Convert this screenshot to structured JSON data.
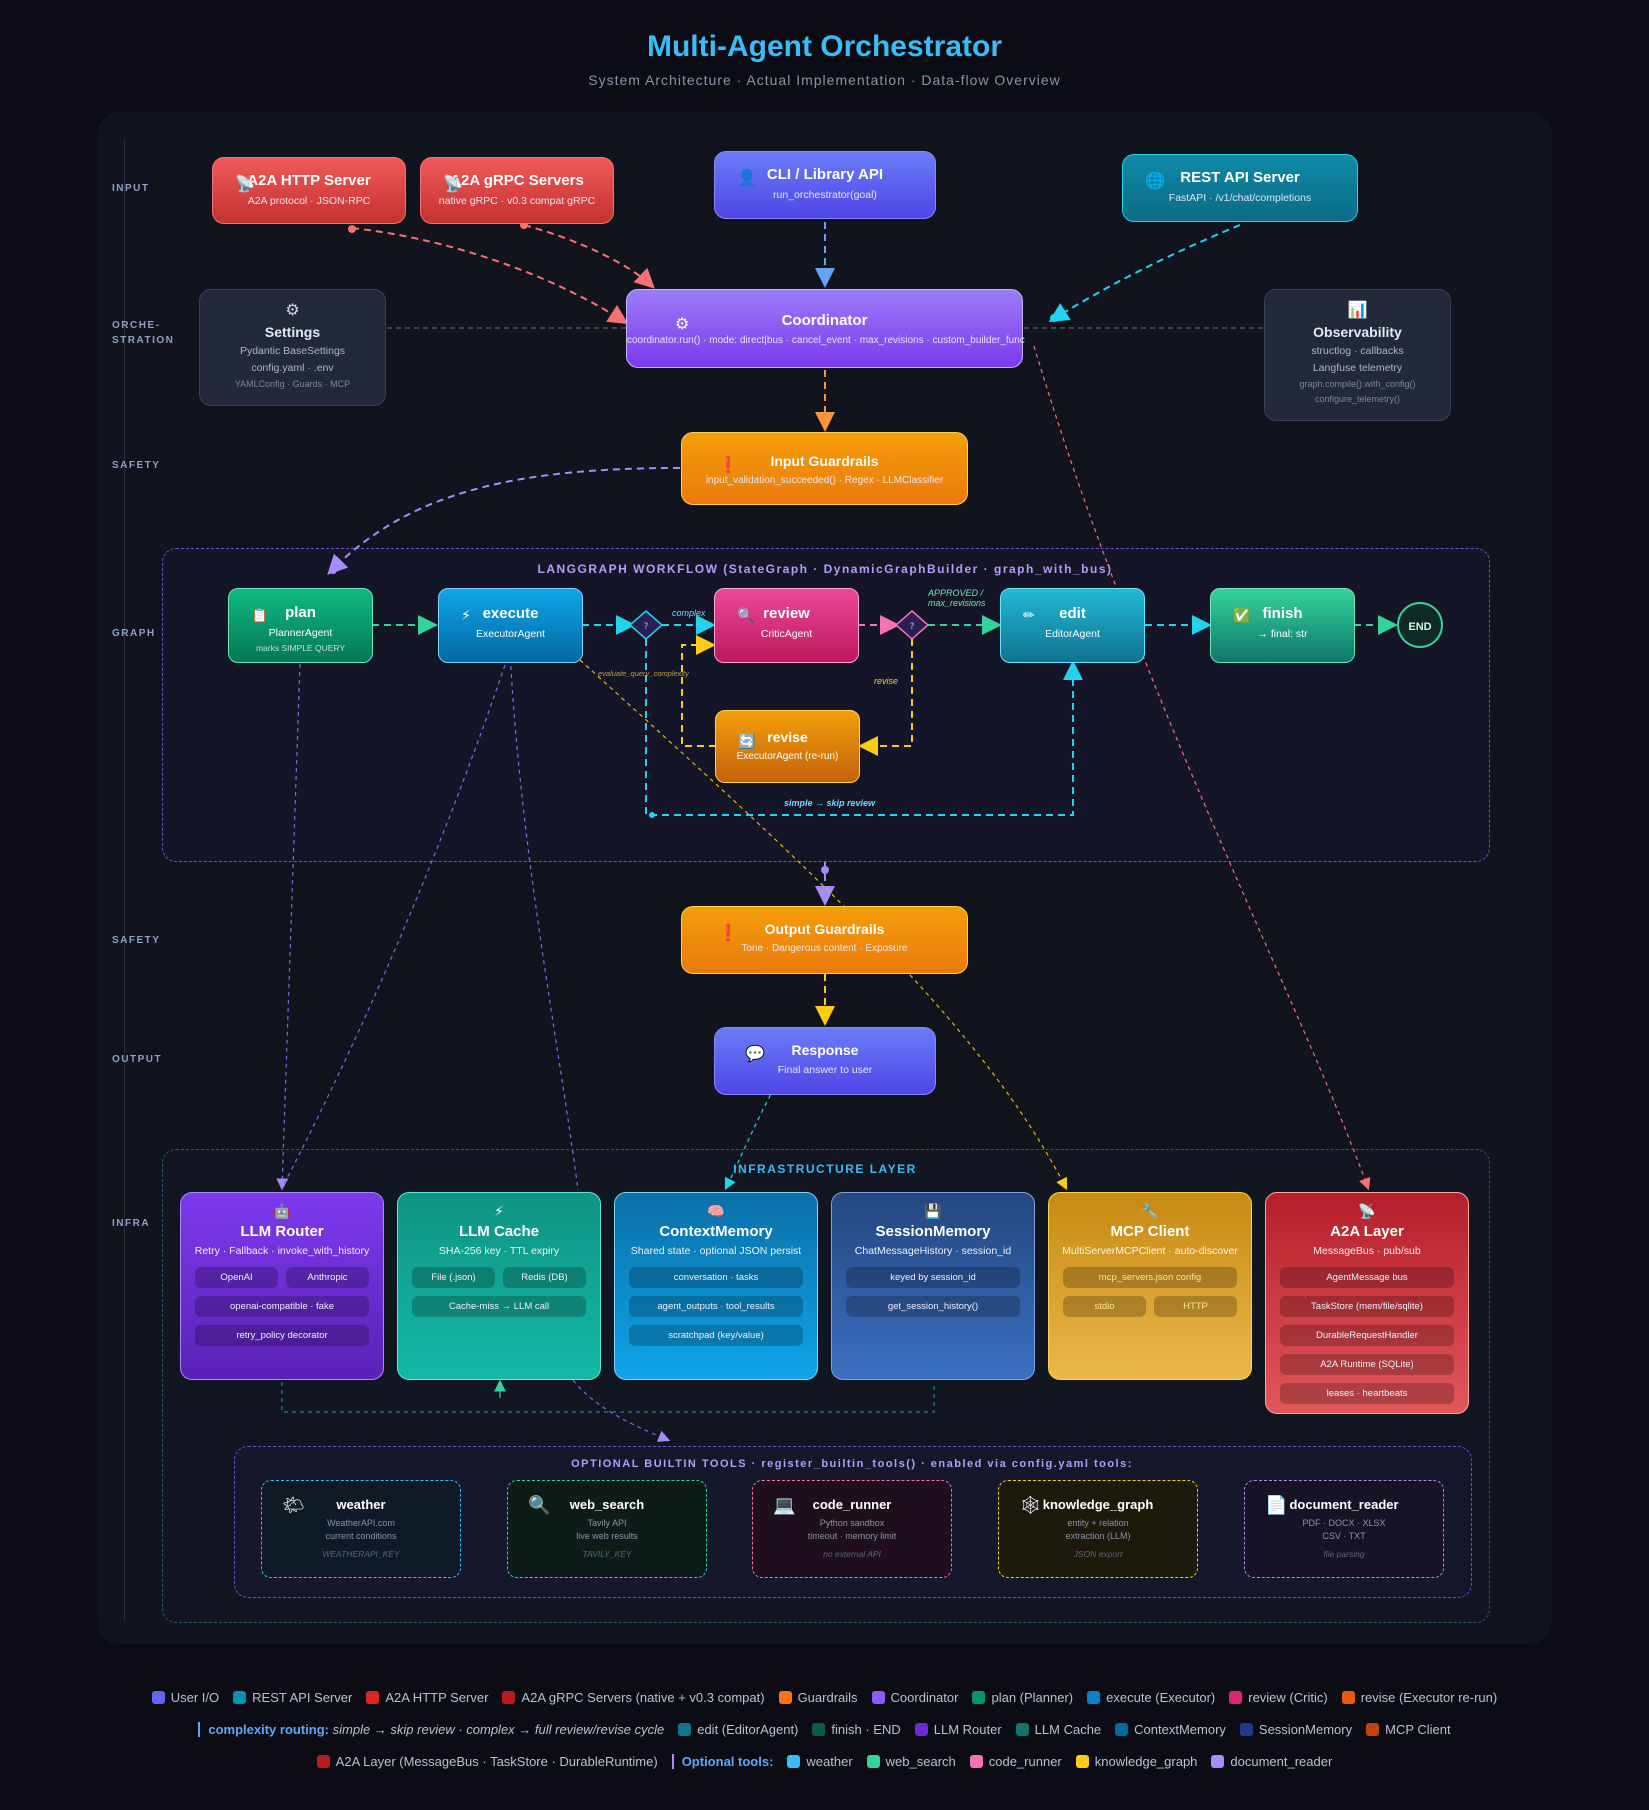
{
  "title": "Multi-Agent Orchestrator",
  "subtitle": "System Architecture · Actual Implementation · Data-flow Overview",
  "lanes": {
    "input": "INPUT",
    "orch_1": "ORCHE-",
    "orch_2": "STRATION",
    "safety_in": "SAFETY",
    "graph": "GRAPH",
    "safety_out": "SAFETY",
    "output": "OUTPUT",
    "infra": "INFRA"
  },
  "inputs": {
    "a2a_http": {
      "title": "A2A HTTP Server",
      "sub": "A2A protocol · JSON-RPC",
      "icon": "satellite-icon"
    },
    "a2a_grpc": {
      "title": "A2A gRPC Servers",
      "sub": "native gRPC · v0.3 compat gRPC",
      "icon": "satellite-icon"
    },
    "cli": {
      "title": "CLI / Library API",
      "sub": "run_orchestrator(goal)",
      "icon": "user-icon"
    },
    "rest": {
      "title": "REST API Server",
      "sub": "FastAPI · /v1/chat/completions",
      "icon": "globe-icon"
    }
  },
  "settings": {
    "title": "Settings",
    "l1": "Pydantic BaseSettings",
    "l2": "config.yaml · .env",
    "l3": "YAMLConfig · Guards · MCP",
    "icon": "gear-icon"
  },
  "coordinator": {
    "title": "Coordinator",
    "sub": "coordinator.run() · mode: direct|bus · cancel_event · max_revisions · custom_builder_func",
    "icon": "gear-icon"
  },
  "observability": {
    "title": "Observability",
    "l1": "structlog · callbacks",
    "l2": "Langfuse telemetry",
    "l3": "graph.compile().with_config()",
    "l4": "configure_telemetry()",
    "icon": "bar-chart-icon"
  },
  "input_guardrails": {
    "title": "Input Guardrails",
    "sub": "input_validation_succeeded() · Regex · LLMClassifier",
    "icon": "alert-icon"
  },
  "workflow": {
    "label": "LANGGRAPH WORKFLOW (StateGraph · DynamicGraphBuilder · graph_with_bus)",
    "plan": {
      "title": "plan",
      "sub": "PlannerAgent",
      "note": "marks SIMPLE QUERY",
      "icon": "clipboard-icon"
    },
    "execute": {
      "title": "execute",
      "sub": "ExecutorAgent",
      "icon": "lightning-icon"
    },
    "review": {
      "title": "review",
      "sub": "CriticAgent",
      "icon": "magnifier-icon"
    },
    "edit": {
      "title": "edit",
      "sub": "EditorAgent",
      "icon": "pencil-icon"
    },
    "finish": {
      "title": "finish",
      "sub": "→ final: str",
      "icon": "check-icon"
    },
    "revise": {
      "title": "revise",
      "sub": "ExecutorAgent (re-run)",
      "icon": "refresh-icon"
    },
    "end": "END",
    "edge_complex": "complex",
    "edge_approved_1": "APPROVED /",
    "edge_approved_2": "max_revisions",
    "edge_revise": "revise",
    "edge_simple": "simple → skip review",
    "edge_evaluate": "evaluate_query_complexity"
  },
  "output_guardrails": {
    "title": "Output Guardrails",
    "sub": "Tone · Dangerous content · Exposure",
    "icon": "alert-icon"
  },
  "response": {
    "title": "Response",
    "sub": "Final answer to user",
    "icon": "speech-bubble-icon"
  },
  "infrastructure": {
    "label": "INFRASTRUCTURE LAYER",
    "llm_router": {
      "title": "LLM Router",
      "sub": "Retry · Fallback · invoke_with_history",
      "icon": "robot-icon",
      "chips": [
        [
          "OpenAI",
          "Anthropic"
        ],
        [
          "openai-compatible · fake"
        ],
        [
          "retry_policy decorator"
        ]
      ]
    },
    "llm_cache": {
      "title": "LLM Cache",
      "sub": "SHA-256 key · TTL expiry",
      "icon": "lightning-icon",
      "chips": [
        [
          "File (.json)",
          "Redis (DB)"
        ],
        [
          "Cache-miss → LLM call"
        ]
      ]
    },
    "context_memory": {
      "title": "ContextMemory",
      "sub": "Shared state · optional JSON persist",
      "icon": "brain-icon",
      "chips": [
        [
          "conversation · tasks"
        ],
        [
          "agent_outputs · tool_results"
        ],
        [
          "scratchpad (key/value)"
        ]
      ]
    },
    "session_memory": {
      "title": "SessionMemory",
      "sub": "ChatMessageHistory · session_id",
      "icon": "floppy-icon",
      "chips": [
        [
          "keyed by session_id"
        ],
        [
          "get_session_history()"
        ]
      ]
    },
    "mcp_client": {
      "title": "MCP Client",
      "sub": "MultiServerMCPClient · auto-discover",
      "icon": "wrench-icon",
      "chips": [
        [
          "mcp_servers.json config"
        ],
        [
          "stdio",
          "HTTP"
        ]
      ]
    },
    "a2a_layer": {
      "title": "A2A Layer",
      "sub": "MessageBus · pub/sub",
      "icon": "satellite-icon",
      "chips": [
        [
          "AgentMessage bus"
        ],
        [
          "TaskStore (mem/file/sqlite)"
        ],
        [
          "DurableRequestHandler"
        ],
        [
          "A2A Runtime (SQLite)"
        ],
        [
          "leases · heartbeats"
        ]
      ]
    }
  },
  "tools": {
    "label": "OPTIONAL BUILTIN TOOLS · register_builtin_tools() · enabled via config.yaml tools:",
    "weather": {
      "title": "weather",
      "l1": "WeatherAPI.com",
      "l2": "current conditions",
      "key": "WEATHERAPI_KEY",
      "icon": "sun-cloud-icon"
    },
    "web_search": {
      "title": "web_search",
      "l1": "Tavily API",
      "l2": "live web results",
      "key": "TAVILY_KEY",
      "icon": "magnifier-icon"
    },
    "code_runner": {
      "title": "code_runner",
      "l1": "Python sandbox",
      "l2": "timeout · memory limit",
      "key": "no external API",
      "icon": "laptop-icon"
    },
    "knowledge_graph": {
      "title": "knowledge_graph",
      "l1": "entity + relation",
      "l2": "extraction (LLM)",
      "key": "JSON export",
      "icon": "network-icon"
    },
    "document_reader": {
      "title": "document_reader",
      "l1": "PDF · DOCX · XLSX",
      "l2": "CSV · TXT",
      "key": "file parsing",
      "icon": "document-icon"
    }
  },
  "legend": {
    "row1": [
      {
        "label": "User I/O",
        "color": "#6366f1"
      },
      {
        "label": "REST API Server",
        "color": "#0891b2"
      },
      {
        "label": "A2A HTTP Server",
        "color": "#dc2626"
      },
      {
        "label": "A2A gRPC Servers (native + v0.3 compat)",
        "color": "#b91c1c"
      },
      {
        "label": "Guardrails",
        "color": "#f97316"
      },
      {
        "label": "Coordinator",
        "color": "#8b5cf6"
      },
      {
        "label": "plan (Planner)",
        "color": "#059669"
      },
      {
        "label": "execute (Executor)",
        "color": "#0284c7"
      },
      {
        "label": "review (Critic)",
        "color": "#db2777"
      },
      {
        "label": "revise (Executor re-run)",
        "color": "#ea580c"
      }
    ],
    "row2_lead": "complexity routing:",
    "row2_text": "simple → skip review · complex → full review/revise cycle",
    "row2": [
      {
        "label": "edit (EditorAgent)",
        "color": "#0e7490"
      },
      {
        "label": "finish · END",
        "color": "#065f46"
      },
      {
        "label": "LLM Router",
        "color": "#6d28d9"
      },
      {
        "label": "LLM Cache",
        "color": "#0f766e"
      },
      {
        "label": "ContextMemory",
        "color": "#0369a1"
      },
      {
        "label": "SessionMemory",
        "color": "#1e3a8a"
      },
      {
        "label": "MCP Client",
        "color": "#c2410c"
      }
    ],
    "row3": [
      {
        "label": "A2A Layer (MessageBus · TaskStore · DurableRuntime)",
        "color": "#b91c1c"
      }
    ],
    "row3_lead": "Optional tools:",
    "row3_tools": [
      {
        "label": "weather",
        "color": "#38bdf8"
      },
      {
        "label": "web_search",
        "color": "#34d399"
      },
      {
        "label": "code_runner",
        "color": "#f472b6"
      },
      {
        "label": "knowledge_graph",
        "color": "#facc15"
      },
      {
        "label": "document_reader",
        "color": "#a78bfa"
      }
    ]
  }
}
